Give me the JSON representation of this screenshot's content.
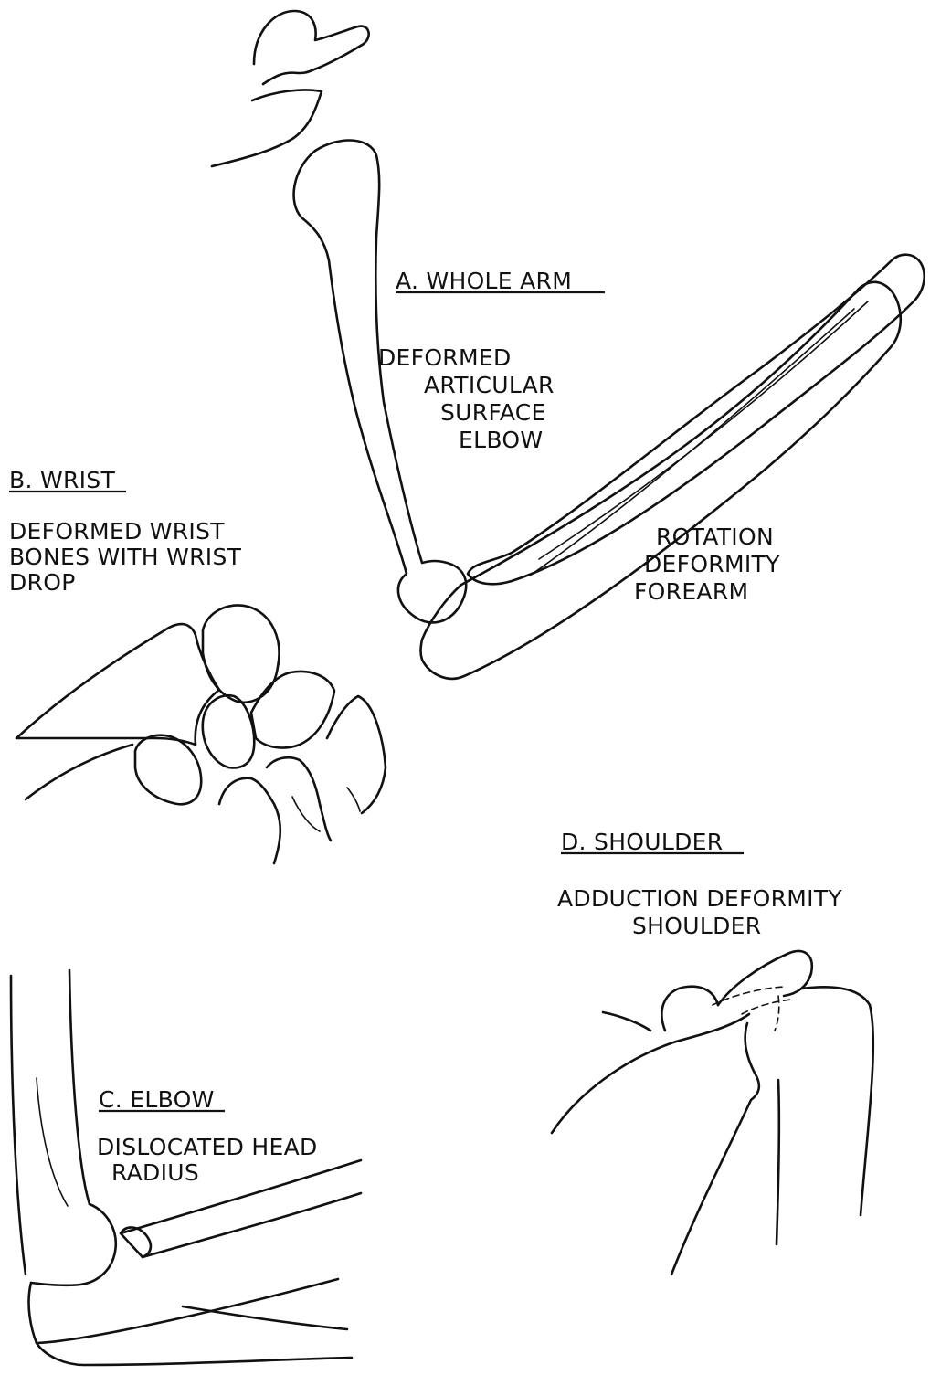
{
  "panels": {
    "a": {
      "heading": "A. WHOLE ARM",
      "note_1": [
        "DEFORMED",
        "ARTICULAR",
        "SURFACE",
        "ELBOW"
      ],
      "note_2": [
        "ROTATION",
        "DEFORMITY",
        "FOREARM"
      ]
    },
    "b": {
      "heading": "B. WRIST",
      "note": [
        "DEFORMED WRIST",
        "BONES WITH WRIST",
        "DROP"
      ]
    },
    "c": {
      "heading": "C. ELBOW",
      "note": [
        "DISLOCATED HEAD",
        "RADIUS"
      ]
    },
    "d": {
      "heading": "D. SHOULDER",
      "note": [
        "ADDUCTION DEFORMITY",
        "SHOULDER"
      ]
    }
  },
  "colors": {
    "ink": "#111111",
    "paper": "#ffffff"
  }
}
